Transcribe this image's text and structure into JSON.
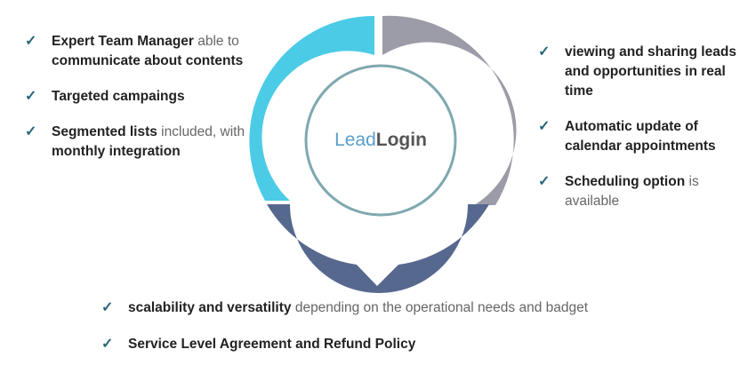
{
  "logo": {
    "part1": "Lead",
    "part2": "Login",
    "part1_color": "#5a9fc9",
    "part2_color": "#555555"
  },
  "ring": {
    "segments": [
      {
        "name": "top-left",
        "color": "#4ccbe6"
      },
      {
        "name": "top-right",
        "color": "#9c9ca8"
      },
      {
        "name": "bottom",
        "color": "#57688f"
      }
    ],
    "inner_circle_color": "#7fa8b0"
  },
  "left_items": [
    {
      "bold": "Expert Team Manager",
      "rest": " able to ",
      "bold2": "communicate about contents",
      "rest2": ""
    },
    {
      "bold": "Targeted campaings",
      "rest": "",
      "bold2": "",
      "rest2": ""
    },
    {
      "bold": "Segmented lists",
      "rest": " included, with ",
      "bold2": "monthly integration",
      "rest2": ""
    }
  ],
  "right_items": [
    {
      "bold": "viewing and sharing leads and opportunities in real time",
      "rest": ""
    },
    {
      "bold": "Automatic update of calendar appointments",
      "rest": ""
    },
    {
      "bold": "Scheduling option",
      "rest": " is available"
    }
  ],
  "bottom_items": [
    {
      "bold": "scalability and versatility",
      "rest": " depending on the operational needs and badget"
    },
    {
      "bold": "Service Level Agreement and Refund Policy",
      "rest": ""
    }
  ],
  "check_glyph": "✓"
}
